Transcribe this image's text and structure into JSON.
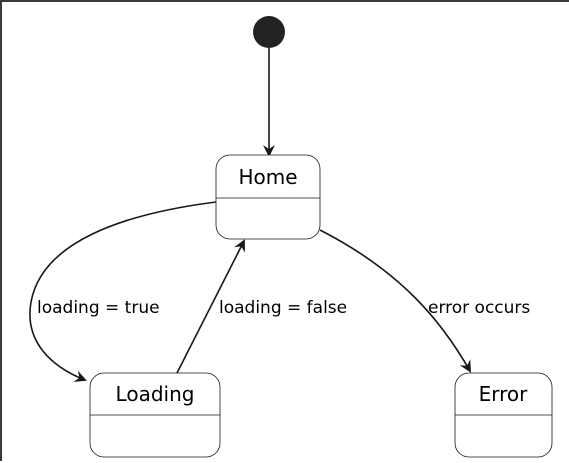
{
  "states": {
    "home": "Home",
    "loading": "Loading",
    "error": "Error"
  },
  "transitions": {
    "home_to_loading": "loading = true",
    "loading_to_home": "loading = false",
    "home_to_error": "error occurs"
  },
  "colors": {
    "stroke": "#181818",
    "initial_marker": "#222222",
    "state_fill": "#ffffff"
  }
}
